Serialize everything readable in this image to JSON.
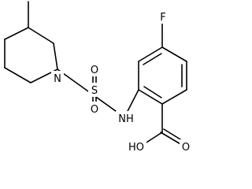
{
  "molecule": {
    "atoms": {
      "fluorine": "F",
      "ring_nitrogen": "N",
      "sulfur": "S",
      "sulfonyl_oxygen_top": "O",
      "sulfonyl_oxygen_bottom": "O",
      "amine": "NH",
      "carbonyl_oxygen": "O",
      "hydroxyl": "HO"
    }
  }
}
